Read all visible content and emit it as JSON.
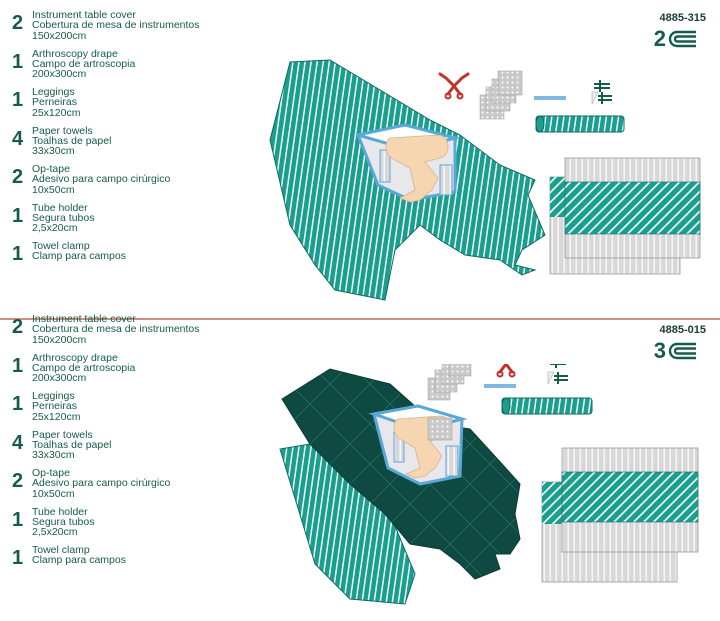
{
  "kits": [
    {
      "code": "4885-315",
      "logo_number": "2",
      "items": [
        {
          "qty": "2",
          "lines": [
            "Instrument table cover",
            "Cobertura de mesa de instrumentos",
            "150x200cm"
          ]
        },
        {
          "qty": "1",
          "lines": [
            "Arthroscopy drape",
            "Campo de artroscopia",
            "200x300cm"
          ]
        },
        {
          "qty": "1",
          "lines": [
            "Leggings",
            "Perneiras",
            "25x120cm"
          ]
        },
        {
          "qty": "4",
          "lines": [
            "Paper towels",
            "Toalhas de papel",
            "33x30cm"
          ]
        },
        {
          "qty": "2",
          "lines": [
            "Op-tape",
            "Adesivo para campo cirúrgico",
            "10x50cm"
          ]
        },
        {
          "qty": "1",
          "lines": [
            "Tube holder",
            "Segura tubos",
            "2,5x20cm"
          ]
        },
        {
          "qty": "1",
          "lines": [
            "Towel clamp",
            "Clamp para campos"
          ]
        }
      ]
    },
    {
      "code": "4885-015",
      "logo_number": "3",
      "items": [
        {
          "qty": "2",
          "lines": [
            "Instrument table cover",
            "Cobertura de mesa de instrumentos",
            "150x200cm"
          ]
        },
        {
          "qty": "1",
          "lines": [
            "Arthroscopy drape",
            "Campo de artroscopia",
            "200x300cm"
          ]
        },
        {
          "qty": "1",
          "lines": [
            "Leggings",
            "Perneiras",
            "25x120cm"
          ]
        },
        {
          "qty": "4",
          "lines": [
            "Paper towels",
            "Toalhas de papel",
            "33x30cm"
          ]
        },
        {
          "qty": "2",
          "lines": [
            "Op-tape",
            "Adesivo para campo cirúrgico",
            "10x50cm"
          ]
        },
        {
          "qty": "1",
          "lines": [
            "Tube holder",
            "Segura tubos",
            "2,5x20cm"
          ]
        },
        {
          "qty": "1",
          "lines": [
            "Towel clamp",
            "Clamp para campos"
          ]
        }
      ]
    }
  ],
  "colors": {
    "text": "#155d4a",
    "drape_light": "#1a9f8f",
    "drape_dark": "#0e4a42",
    "divider": "#cf8f7c",
    "clamp": "#c4302b",
    "frame": "#5aa8d8",
    "leg": "#f5d6b0"
  }
}
